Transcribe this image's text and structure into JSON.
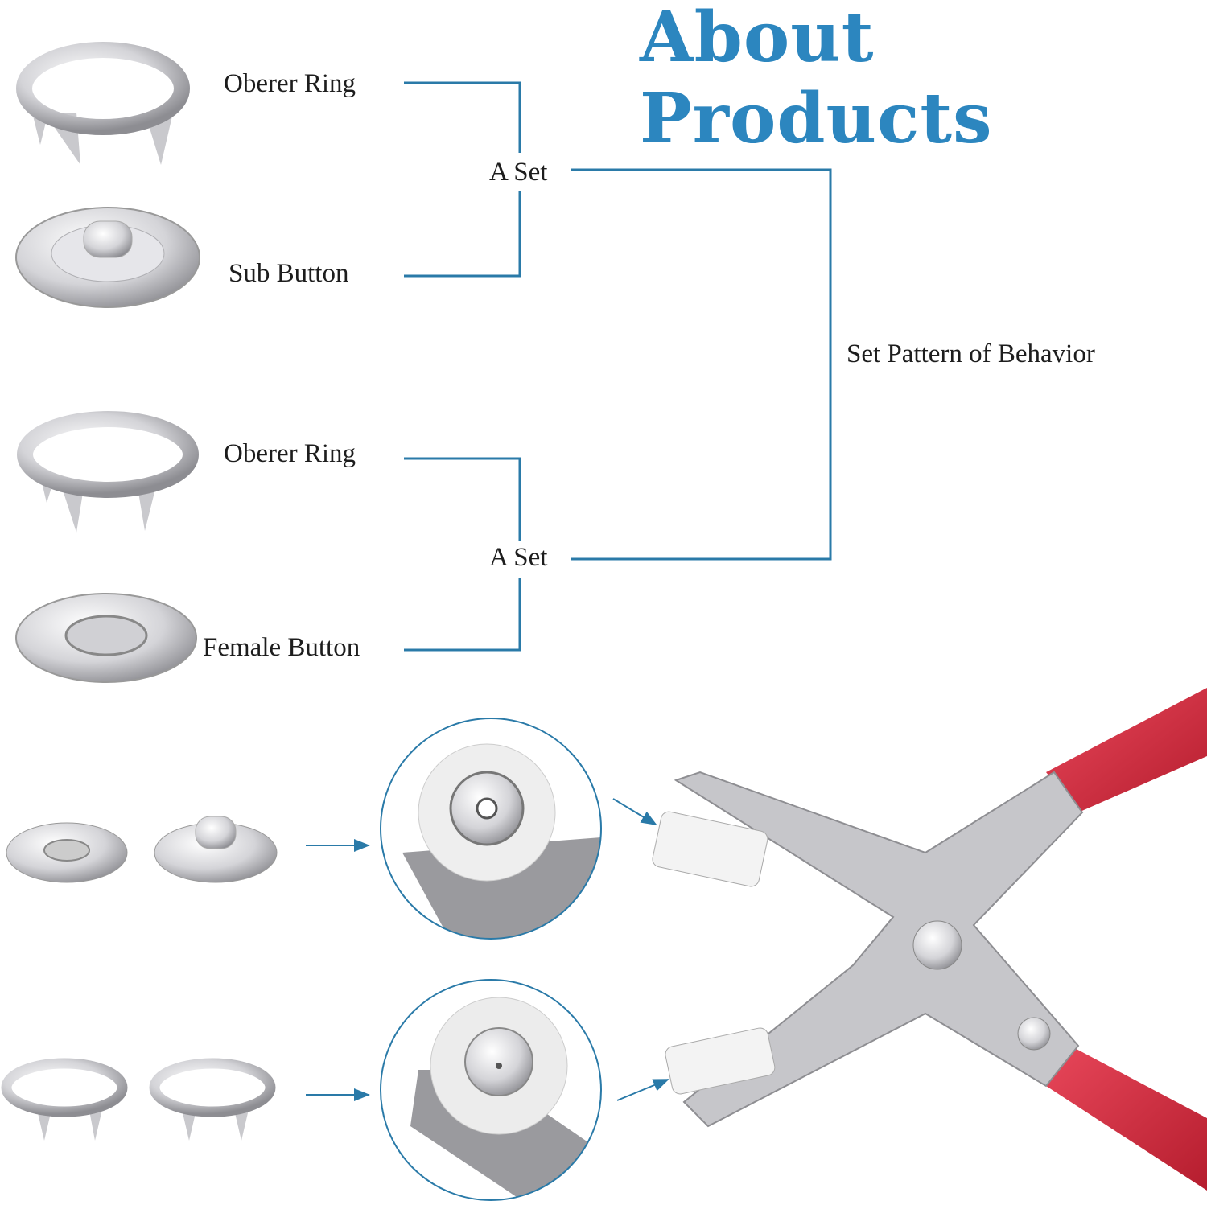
{
  "title": "About Products",
  "labels": {
    "oberer_ring_1": "Oberer Ring",
    "sub_button": "Sub Button",
    "a_set_1": "A Set",
    "oberer_ring_2": "Oberer Ring",
    "female_button": "Female Button",
    "a_set_2": "A Set",
    "set_pattern": "Set Pattern of Behavior"
  },
  "colors": {
    "title": "#2c86bf",
    "line": "#2a7aa8",
    "handle": "#d02a3c",
    "metal": "#c8c8cc"
  }
}
